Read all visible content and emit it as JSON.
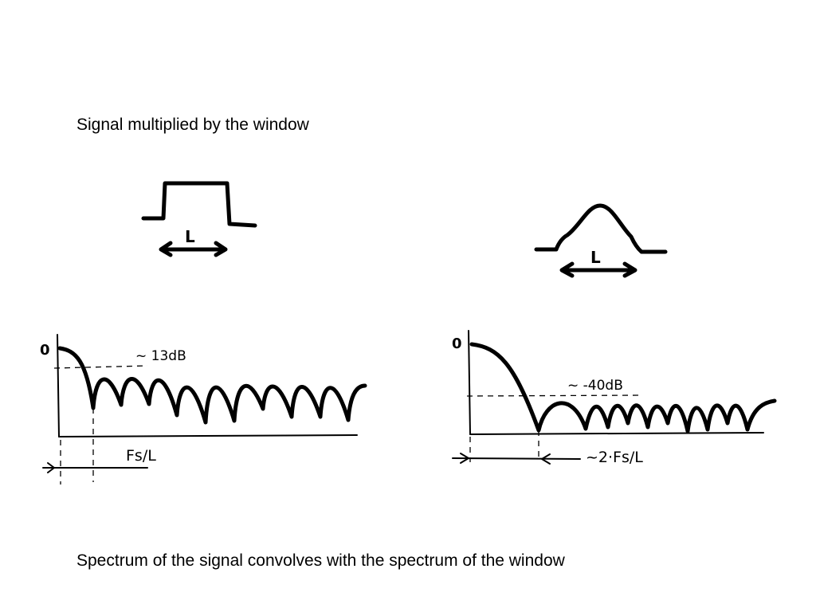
{
  "slide": {
    "top_caption": "Signal multiplied by the window",
    "bottom_caption": "Spectrum of the signal convolves with the spectrum of the window"
  },
  "rect_window": {
    "width_label": "L",
    "axis_zero": "0",
    "sidelobe_label": "~ 13dB",
    "mainlobe_label": "Fs/L"
  },
  "smooth_window": {
    "width_label": "L",
    "axis_zero": "0",
    "sidelobe_label": "~ -40dB",
    "mainlobe_label": "~2·Fs/L"
  }
}
